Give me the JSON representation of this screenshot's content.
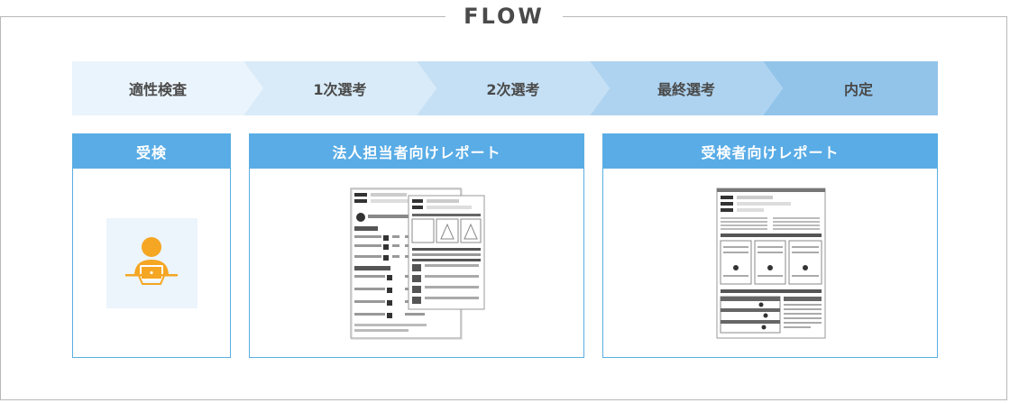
{
  "header": {
    "title": "FLOW"
  },
  "steps": [
    {
      "label": "適性検査"
    },
    {
      "label": "1次選考"
    },
    {
      "label": "2次選考"
    },
    {
      "label": "最終選考"
    },
    {
      "label": "内定"
    }
  ],
  "cards": {
    "exam": {
      "title": "受検",
      "icon": "person-at-laptop-icon"
    },
    "corporate_report": {
      "title": "法人担当者向けレポート",
      "image": "report-document-thumbnail"
    },
    "candidate_report": {
      "title": "受検者向けレポート",
      "image": "report-document-thumbnail"
    }
  },
  "colors": {
    "accent": "#59ace6",
    "icon": "#f5a623",
    "step_1": "#eaf4fc",
    "step_2": "#d9ebf8",
    "step_3": "#c5e0f5",
    "step_4": "#aed3f0",
    "step_5": "#92c4ea"
  }
}
